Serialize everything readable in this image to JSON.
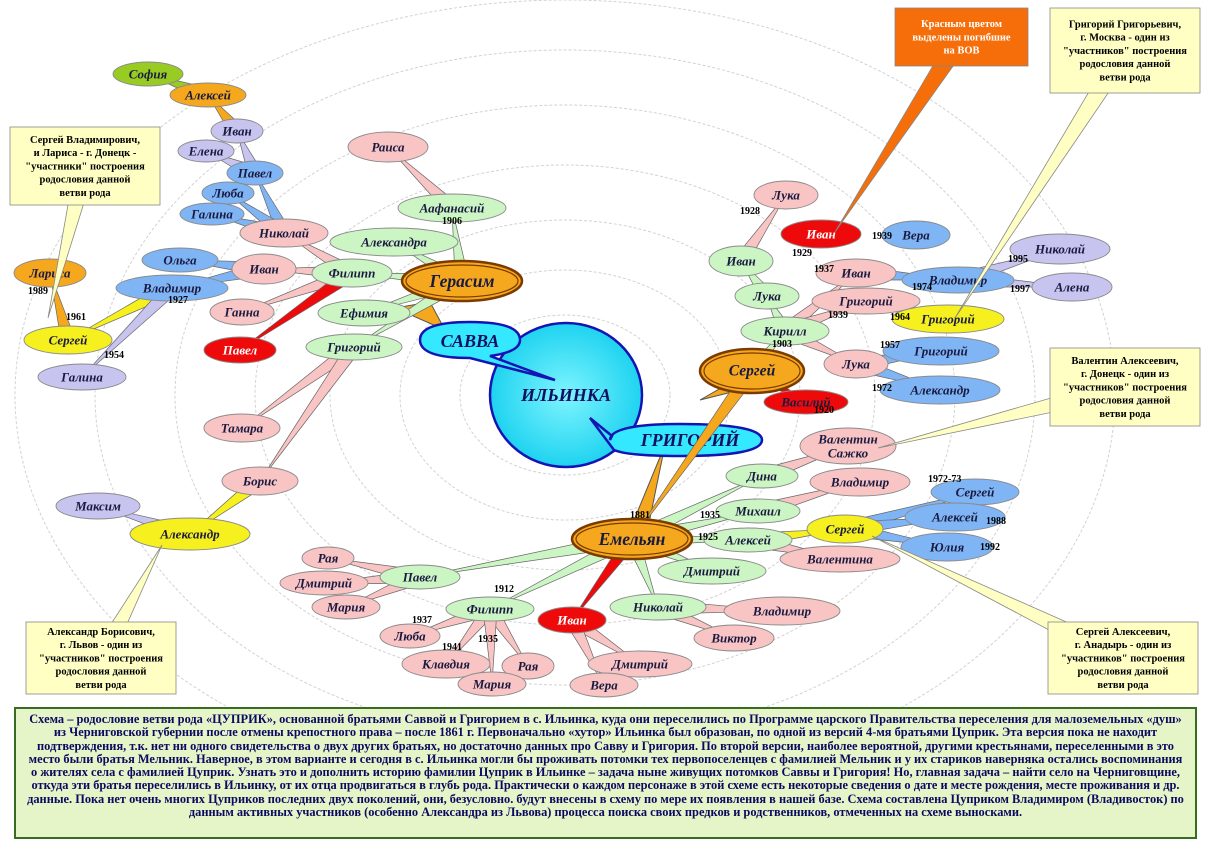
{
  "center": "ИЛЬИНКА",
  "hubs": {
    "savva": "САВВА",
    "grigoriy": "ГРИГОРИЙ"
  },
  "names": {
    "gerasim": "Герасим",
    "sergey_mid": "Сергей",
    "emelyan": "Емельян",
    "sofia": "София",
    "aleksey_tl": "Алексей",
    "ivan_tl": "Иван",
    "elena_tl": "Елена",
    "pavel_tl": "Павел",
    "lyuba_tl": "Люба",
    "galina_tl": "Галина",
    "nikolay_tl": "Николай",
    "raisa": "Раиса",
    "aafanasiy": "Аафанасий",
    "aleksandra": "Александра",
    "olga": "Ольга",
    "ivan_fil": "Иван",
    "filipp_top": "Филипп",
    "vladimir_l": "Владимир",
    "larisa": "Лариса",
    "sergey_l": "Сергей",
    "galina_l": "Галина",
    "ganna": "Ганна",
    "pavel_red": "Павел",
    "efimiya": "Ефимия",
    "grigoriy_l": "Григорий",
    "tamara": "Тамара",
    "boris": "Борис",
    "maksim": "Максим",
    "aleksandr_bl": "Александр",
    "luka_top": "Лука",
    "ivan_red_r": "Иван",
    "ivan_r": "Иван",
    "luka_r": "Лука",
    "kirill": "Кирилл",
    "vera_r": "Вера",
    "ivan_r2": "Иван",
    "nikolay_r": "Николай",
    "vladimir_r": "Владимир",
    "alena": "Алена",
    "grigoriy_r": "Григорий",
    "grigoriy_y": "Григорий",
    "grigoriy_b": "Григорий",
    "luka_r2": "Лука",
    "aleksandr_r": "Александр",
    "vasiliy": "Василий",
    "valentin": "Валентин Сажко",
    "dina": "Дина",
    "vladimir_em": "Владимир",
    "mikhail": "Михаил",
    "sergey_y": "Сергей",
    "sergey_b": "Сергей",
    "aleksey_b": "Алексей",
    "yulia": "Юлия",
    "aleksey_em": "Алексей",
    "valentina": "Валентина",
    "dmitriy_em": "Дмитрий",
    "nikolay_em": "Николай",
    "vladimir_n": "Владимир",
    "viktor": "Виктор",
    "raya_p": "Рая",
    "dmitriy_p": "Дмитрий",
    "mariya_p": "Мария",
    "pavel_em": "Павел",
    "filipp_em": "Филипп",
    "lyuba_f": "Люба",
    "klavdiya": "Клавдия",
    "raya_f": "Рая",
    "mariya_f": "Мария",
    "ivan_red_b": "Иван",
    "dmitriy_i": "Дмитрий",
    "vera_i": "Вера"
  },
  "years": {
    "y1906": "1906",
    "y1927": "1927",
    "y1961": "1961",
    "y1989": "1989",
    "y1954": "1954",
    "y1928": "1928",
    "y1939a": "1939",
    "y1937": "1937",
    "y1995": "1995",
    "y1997": "1997",
    "y1929": "1929",
    "y1974": "1974",
    "y1964": "1964",
    "y1939b": "1939",
    "y1903": "1903",
    "y1957": "1957",
    "y1972": "1972",
    "y1920": "1920",
    "y1881": "1881",
    "y1935": "1935",
    "y1925": "1925",
    "y1972_73": "1972-73",
    "y1988": "1988",
    "y1992": "1992",
    "y1912": "1912",
    "y1937b": "1937",
    "y1941": "1941",
    "y1935b": "1935"
  },
  "callouts": {
    "war": [
      "Красным цветом",
      "выделены погибшие",
      "на ВОВ"
    ],
    "grigoriy_moscow": [
      "Григорий Григорьевич,",
      "г. Москва - один из",
      "\"участников\" построения",
      "родословия данной",
      "ветви рода"
    ],
    "sergey_donetsk": [
      "Сергей Владимирович,",
      "и Лариса - г. Донецк -",
      "\"участники\" построения",
      "родословия данной",
      "ветви рода"
    ],
    "valentin_donetsk": [
      "Валентин Алексеевич,",
      "г. Донецк - один из",
      "\"участников\" построения",
      "родословия данной",
      "ветви рода"
    ],
    "aleksandr_lvov": [
      "Александр Борисович,",
      "г. Львов - один из",
      "\"участников\" построения",
      "родословия данной",
      "ветви рода"
    ],
    "sergey_anadyr": [
      "Сергей Алексеевич,",
      "г. Анадырь - один из",
      "\"участников\" построения",
      "родословия данной",
      "ветви рода"
    ]
  },
  "caption": "Схема – родословие ветви рода «ЦУПРИК», основанной братьями Саввой и Григорием в с. Ильинка, куда они переселились по Программе царского Правительства переселения для малоземельных «душ» из Черниговской губернии после отмены крепостного права – после 1861 г. Первоначально «хутор» Ильинка был образован, по одной из версий 4-мя братьями Цуприк. Эта версия пока не находит подтверждения, т.к. нет ни одного свидетельства о двух других братьях, но достаточно данных про Савву и Григория. По второй версии, наиболее вероятной, другими крестьянами, переселенными в это место были братья Мельник. Наверное, в этом варианте и сегодня в с. Ильинка могли бы проживать потомки тех первопоселенцев с фамилией Мельник и у их стариков наверняка остались воспоминания о жителях села с фамилией Цуприк. Узнать это и дополнить историю фамилии Цуприк в Ильинке – задача ныне живущих потомков Саввы и Григория! Но, главная задача – найти село на Черниговщине, откуда эти братья переселились в Ильинку, от их отца продвигаться в глубь рода. Практически о каждом персонаже в этой схеме есть некоторые сведения о дате и месте рождения, месте проживания и др. данные. Пока нет очень многих Цуприков последних двух поколений, они, безусловно. будут внесены в схему по мере их появления в нашей базе. Схема составлена Цуприком Владимиром (Владивосток) по данным активных участников (особенно Александра из Львова) процесса поиска своих предков и родственников, отмеченных на схеме выносками.",
  "colors": {
    "pink": "#f9c4c4",
    "green": "#ccf5c4",
    "lavender": "#c8c4f0",
    "blue": "#7fb5f5",
    "orange": "#f5a81e",
    "yellow": "#f5f01e",
    "red": "#ee0a0a",
    "cyan": "#33e8ff",
    "olive": "#99cc22",
    "callout": "#ffffc4",
    "callout_orange": "#f56e0a"
  }
}
